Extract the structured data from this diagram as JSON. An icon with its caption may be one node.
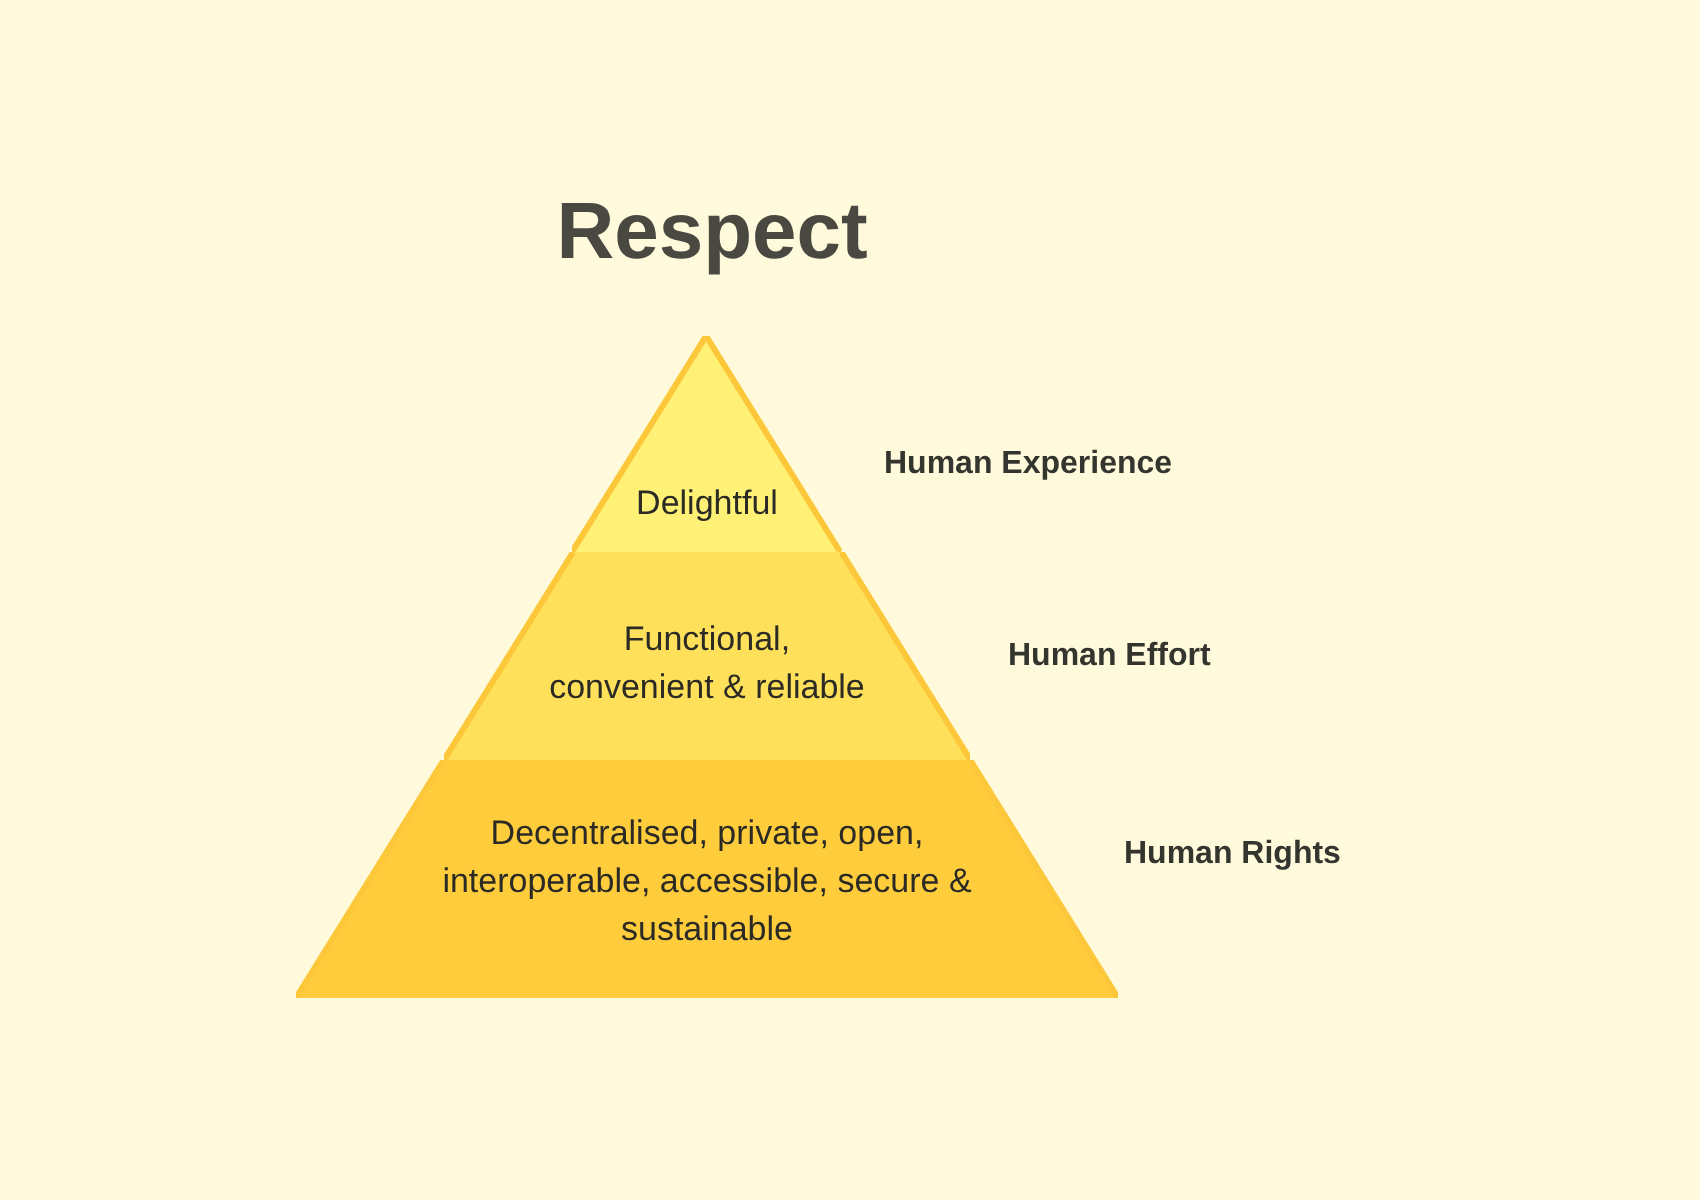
{
  "diagram": {
    "title": "Respect",
    "nodes": [
      {
        "text": [
          "Delightful"
        ],
        "beside": [
          "Human Experience"
        ]
      },
      {
        "text": [
          "Functional, convenient & reliable"
        ],
        "beside": [
          "Human Effort"
        ]
      },
      {
        "text": [
          "Decentralised, private, open, interoperable, accessible, secure & sustainable"
        ],
        "beside": [
          "Human Rights"
        ]
      }
    ]
  }
}
